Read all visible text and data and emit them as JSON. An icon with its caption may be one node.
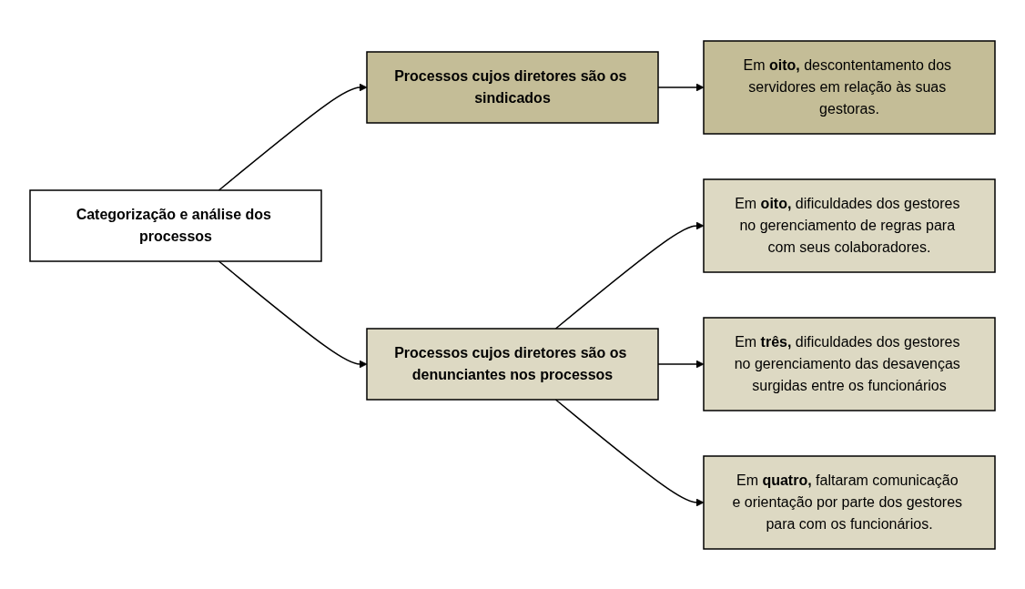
{
  "diagram": {
    "nodes": [
      {
        "text": [
          "Categorização e análise dos processos"
        ]
      },
      {
        "text": [
          "Processos cujos diretores são os sindicados"
        ]
      },
      {
        "text": [
          "Processos cujos diretores são os denunciantes nos processos"
        ]
      },
      {
        "text": [
          "Em **oito,** descontentamento dos servidores em relação às suas gestoras."
        ]
      },
      {
        "text": [
          "Em **oito,** dificuldades dos gestores no gerenciamento de regras para com seus colaboradores."
        ]
      },
      {
        "text": [
          "Em **três,** dificuldades dos gestores no gerenciamento das desavenças surgidas entre os funcionários"
        ]
      },
      {
        "text": [
          "Em **quatro,** faltaram comunicação e orientação por parte dos gestores para com os funcionários."
        ]
      }
    ],
    "edges": [
      {
        "from": 0,
        "to": 1,
        "arrow": "to"
      },
      {
        "from": 0,
        "to": 2,
        "arrow": "to"
      },
      {
        "from": 1,
        "to": 3,
        "arrow": "to"
      },
      {
        "from": 2,
        "to": 4,
        "arrow": "to"
      },
      {
        "from": 2,
        "to": 5,
        "arrow": "to"
      },
      {
        "from": 2,
        "to": 6,
        "arrow": "to"
      }
    ]
  }
}
